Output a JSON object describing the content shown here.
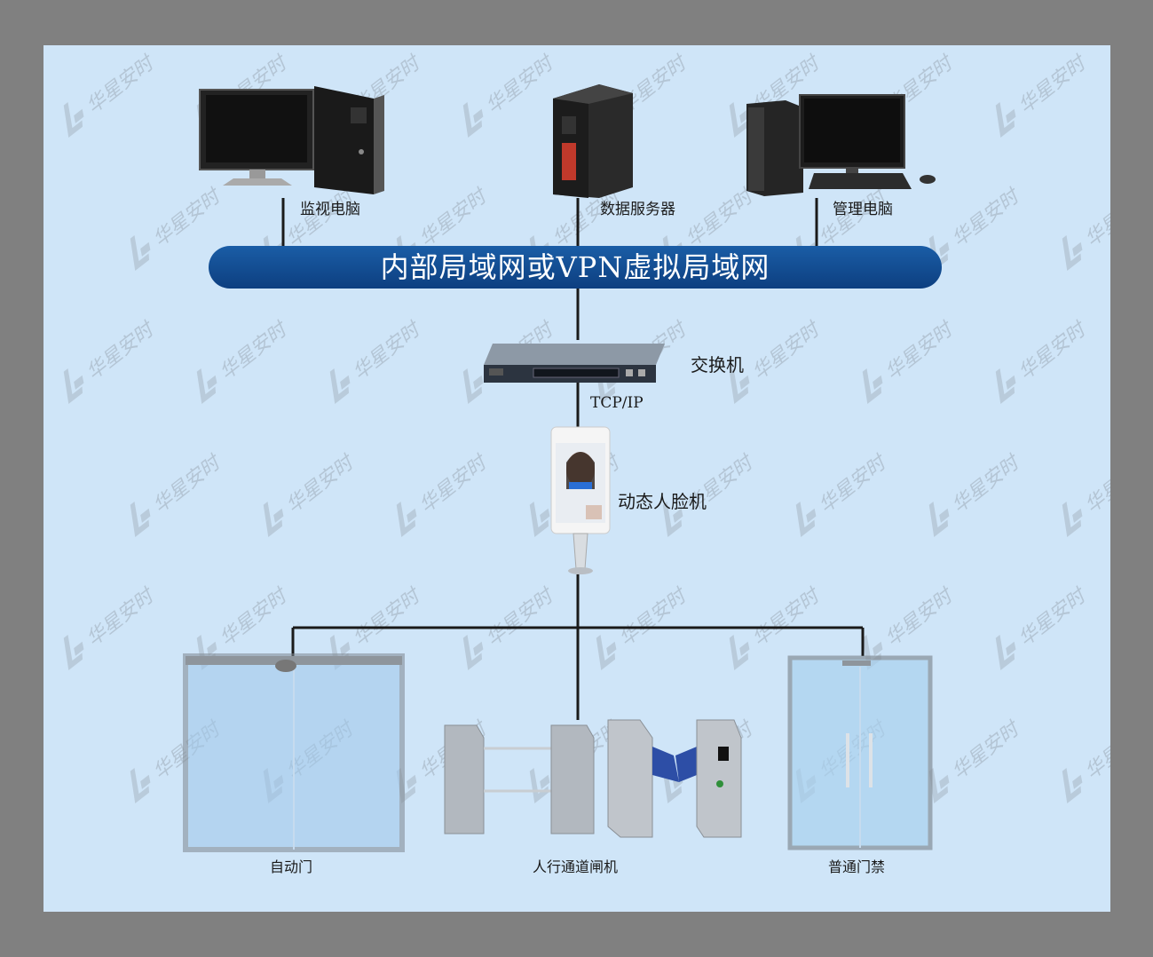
{
  "network": {
    "lan_banner": "内部局域网或VPN虚拟局域网",
    "tcp_label": "TCP/IP"
  },
  "nodes": {
    "monitor_pc": "监视电脑",
    "data_server": "数据服务器",
    "admin_pc": "管理电脑",
    "switch": "交换机",
    "face_terminal": "动态人脸机",
    "auto_door": "自动门",
    "turnstile": "人行通道闸机",
    "normal_door": "普通门禁"
  },
  "watermark": {
    "text": "华星安时"
  },
  "colors": {
    "background": "#cfe5f8",
    "frame": "#808080",
    "banner": "#0d4a92",
    "line": "#1a1a1a"
  }
}
